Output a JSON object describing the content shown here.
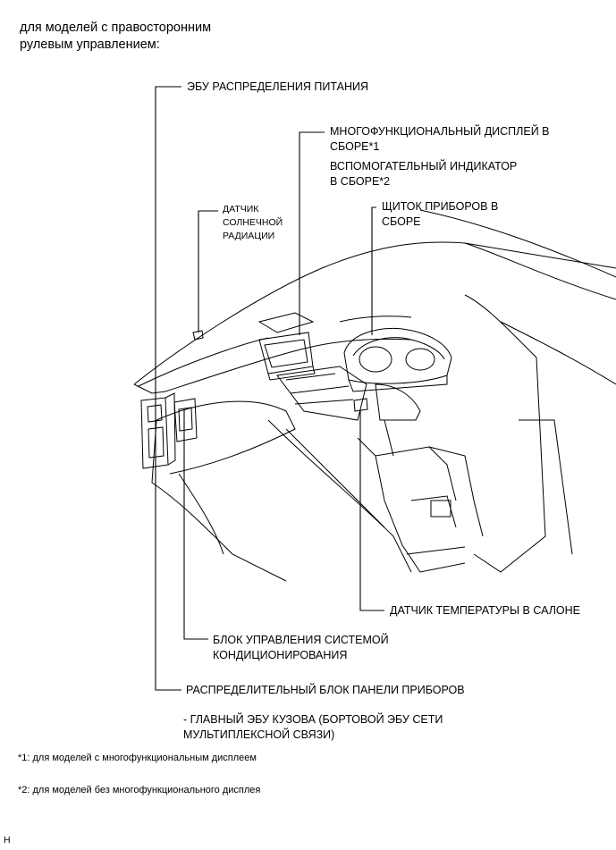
{
  "heading": {
    "line1": "для моделей с правосторонним",
    "line2": "рулевым управлением:"
  },
  "labels": {
    "power_ecu": "ЭБУ РАСПРЕДЕЛЕНИЯ ПИТАНИЯ",
    "multi_display_1": "МНОГОФУНКЦИОНАЛЬНЫЙ ДИСПЛЕЙ В",
    "multi_display_2": "СБОРЕ*1",
    "aux_indicator_1": "ВСПОМОГАТЕЛЬНЫЙ ИНДИКАТОР",
    "aux_indicator_2": "В СБОРЕ*2",
    "solar_sensor_1": "ДАТЧИК",
    "solar_sensor_2": "СОЛНЕЧНОЙ",
    "solar_sensor_3": "РАДИАЦИИ",
    "combination_meter_1": "ЩИТОК ПРИБОРОВ В",
    "combination_meter_2": "СБОРЕ",
    "room_temp_sensor": "ДАТЧИК ТЕМПЕРАТУРЫ В САЛОНЕ",
    "ac_amplifier_1": "БЛОК УПРАВЛЕНИЯ СИСТЕМОЙ",
    "ac_amplifier_2": "КОНДИЦИОНИРОВАНИЯ",
    "junction_block": "РАСПРЕДЕЛИТЕЛЬНЫЙ БЛОК ПАНЕЛИ ПРИБОРОВ",
    "main_body_ecu_1": "- ГЛАВНЫЙ ЭБУ КУЗОВА (БОРТОВОЙ ЭБУ СЕТИ",
    "main_body_ecu_2": "МУЛЬТИПЛЕКСНОЙ СВЯЗИ)"
  },
  "footnotes": {
    "note1": "*1: для моделей с многофункциональным дисплеем",
    "note2": "*2: для моделей без многофункционального дисплея"
  },
  "corner_mark": "H"
}
